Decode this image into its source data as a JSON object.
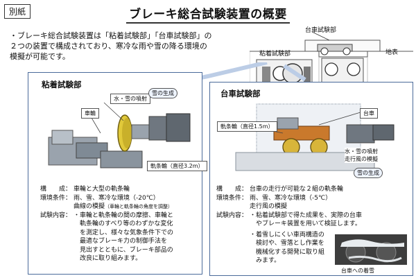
{
  "header": {
    "tag": "別紙",
    "title": "ブレーキ総合試験装置の概要"
  },
  "intro": {
    "line1": "・ブレーキ総合試験装置は「粘着試験部」「台車試験部」の",
    "line2": "２つの装置で構成されており、寒冷な雨や雪の降る環境の",
    "line3": "模擬が可能です。"
  },
  "schematic": {
    "adhesion_label": "粘着試験部",
    "bogie_label": "台車試験部",
    "ground_label": "地表"
  },
  "left_panel": {
    "title": "粘着試験部",
    "callout_spray": "水・雪の噴射",
    "callout_snow": "雪の生成",
    "callout_wheel": "車輪",
    "callout_rail": "軌条輪（直径3.2m）",
    "comp_key": "構　　成：",
    "comp_val": "車輪と大型の軌条輪",
    "env_key": "環境条件：",
    "env_val1": "雨、雪、寒冷な環境（-20℃）",
    "env_val2": "曲線の模擬",
    "env_note": "（車輪と軌条輪の角度を調整）",
    "test_key": "試験内容：",
    "test_lines": [
      "・車輪と軌条輪の間の摩擦、車輪と",
      "　軌条輪のすべり等のわずかな変化",
      "　を測定し、様々な気象条件下での",
      "　最適なブレーキ力の制御手法を",
      "　見出すとともに、ブレーキ部品の",
      "　改良に取り組みます。"
    ]
  },
  "right_panel": {
    "title": "台車試験部",
    "callout_bogie": "台車",
    "callout_rail": "軌条輪（直径1.5m）",
    "callout_spray": "水・雪の噴射",
    "callout_wind": "走行風の模擬",
    "callout_snow": "雪の生成",
    "comp_key": "構　　成：",
    "comp_val": "台車の走行が可能な２組の軌条輪",
    "env_key": "環境条件：",
    "env_val1": "雨、雪、寒冷な環境（-5℃）",
    "env_val2": "走行風の模擬",
    "test_key": "試験内容：",
    "test_lines1": [
      "・粘着試験部で得た成果を、実際の台車",
      "　やブレーキ装置を用いて検証します。"
    ],
    "test_lines2": [
      "・着雪しにくい車両構造の",
      "　検討や、雪落とし作業を",
      "　機械化する開発に取り組",
      "　みます。"
    ],
    "photo_caption": "台車への着雪"
  }
}
